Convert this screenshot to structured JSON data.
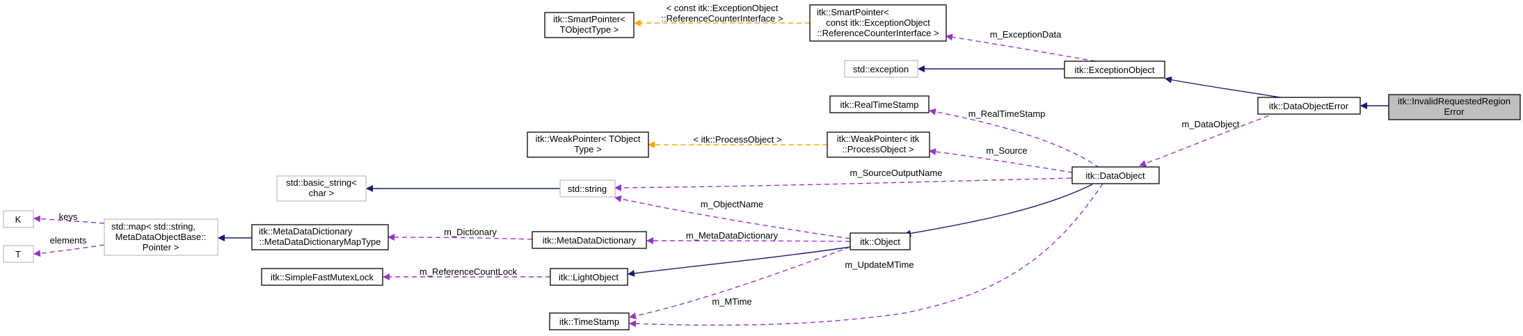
{
  "nodes": {
    "invalid_requested_region_error": {
      "lines": [
        "itk::InvalidRequestedRegion",
        "Error"
      ]
    },
    "data_object_error": {
      "lines": [
        "itk::DataObjectError"
      ]
    },
    "exception_object": {
      "lines": [
        "itk::ExceptionObject"
      ]
    },
    "std_exception": {
      "lines": [
        "std::exception"
      ]
    },
    "smart_pointer_exception": {
      "lines": [
        "itk::SmartPointer<",
        "const itk::ExceptionObject",
        "::ReferenceCounterInterface >"
      ]
    },
    "smart_pointer_tobject": {
      "lines": [
        "itk::SmartPointer<",
        "TObjectType >"
      ]
    },
    "real_time_stamp": {
      "lines": [
        "itk::RealTimeStamp"
      ]
    },
    "weak_pointer_process": {
      "lines": [
        "itk::WeakPointer< itk",
        "::ProcessObject >"
      ]
    },
    "weak_pointer_tobject": {
      "lines": [
        "itk::WeakPointer< TObject",
        "Type >"
      ]
    },
    "data_object": {
      "lines": [
        "itk::DataObject"
      ]
    },
    "std_basic_string": {
      "lines": [
        "std::basic_string<",
        "char >"
      ]
    },
    "std_string": {
      "lines": [
        "std::string"
      ]
    },
    "k": {
      "lines": [
        "K"
      ]
    },
    "t": {
      "lines": [
        "T"
      ]
    },
    "std_map": {
      "lines": [
        "std::map< std::string,",
        "MetaDataObjectBase::",
        "Pointer >"
      ]
    },
    "meta_data_dictionary_map_type": {
      "lines": [
        "itk::MetaDataDictionary",
        "::MetaDataDictionaryMapType"
      ]
    },
    "meta_data_dictionary": {
      "lines": [
        "itk::MetaDataDictionary"
      ]
    },
    "object": {
      "lines": [
        "itk::Object"
      ]
    },
    "simple_fast_mutex_lock": {
      "lines": [
        "itk::SimpleFastMutexLock"
      ]
    },
    "light_object": {
      "lines": [
        "itk::LightObject"
      ]
    },
    "time_stamp": {
      "lines": [
        "itk::TimeStamp"
      ]
    }
  },
  "edge_labels": {
    "template_exception": [
      "< const itk::ExceptionObject",
      "::ReferenceCounterInterface >"
    ],
    "m_exception_data": "m_ExceptionData",
    "m_real_time_stamp": "m_RealTimeStamp",
    "template_process": "< itk::ProcessObject >",
    "m_source": "m_Source",
    "m_data_object": "m_DataObject",
    "m_source_output_name": "m_SourceOutputName",
    "m_object_name": "m_ObjectName",
    "keys": "keys",
    "elements": "elements",
    "m_dictionary": "m_Dictionary",
    "m_meta_data_dictionary": "m_MetaDataDictionary",
    "m_update_m_time": "m_UpdateMTime",
    "m_reference_count_lock": "m_ReferenceCountLock",
    "m_m_time": "m_MTime"
  },
  "colors": {
    "inheritance": "#191970",
    "usage": "#9a32cd",
    "template_instance": "#ffa500",
    "focus_fill": "#bfbfbf",
    "external_border": "#bfbfbf"
  }
}
